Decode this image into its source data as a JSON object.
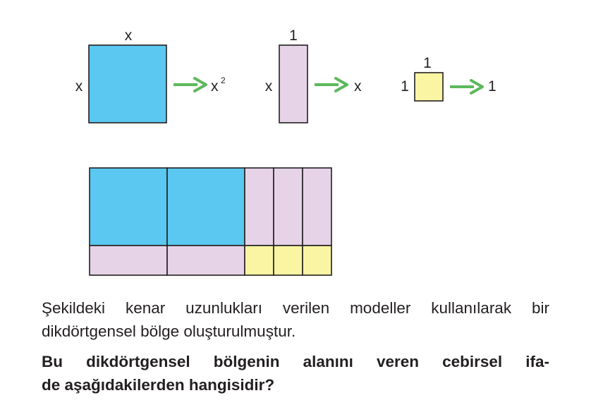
{
  "tiles": {
    "square": {
      "top_label": "x",
      "side_label": "x",
      "result_label": "x",
      "result_exponent": "2",
      "color": "#5ac8f0"
    },
    "rectangle": {
      "top_label": "1",
      "side_label": "x",
      "result_label": "x",
      "color": "#e6d3e8"
    },
    "unit": {
      "top_label": "1",
      "side_label": "1",
      "result_label": "1",
      "color": "#f9f5a3"
    }
  },
  "arrow_color": "#5cb85c",
  "composite": {
    "top_row": [
      "x-square",
      "x-square",
      "x-strip",
      "x-strip",
      "x-strip"
    ],
    "bottom_row": [
      "x-strip",
      "x-strip",
      "unit",
      "unit",
      "unit"
    ]
  },
  "question": {
    "statement": "Şekildeki kenar uzunlukları verilen modeller kullanılarak bir dikdörtgensel bölge oluşturulmuştur.",
    "ask_line1": "Bu dikdörtgensel bölgenin alanını veren cebirsel ifa-",
    "ask_line2": "de aşağıdakilerden hangisidir?"
  }
}
